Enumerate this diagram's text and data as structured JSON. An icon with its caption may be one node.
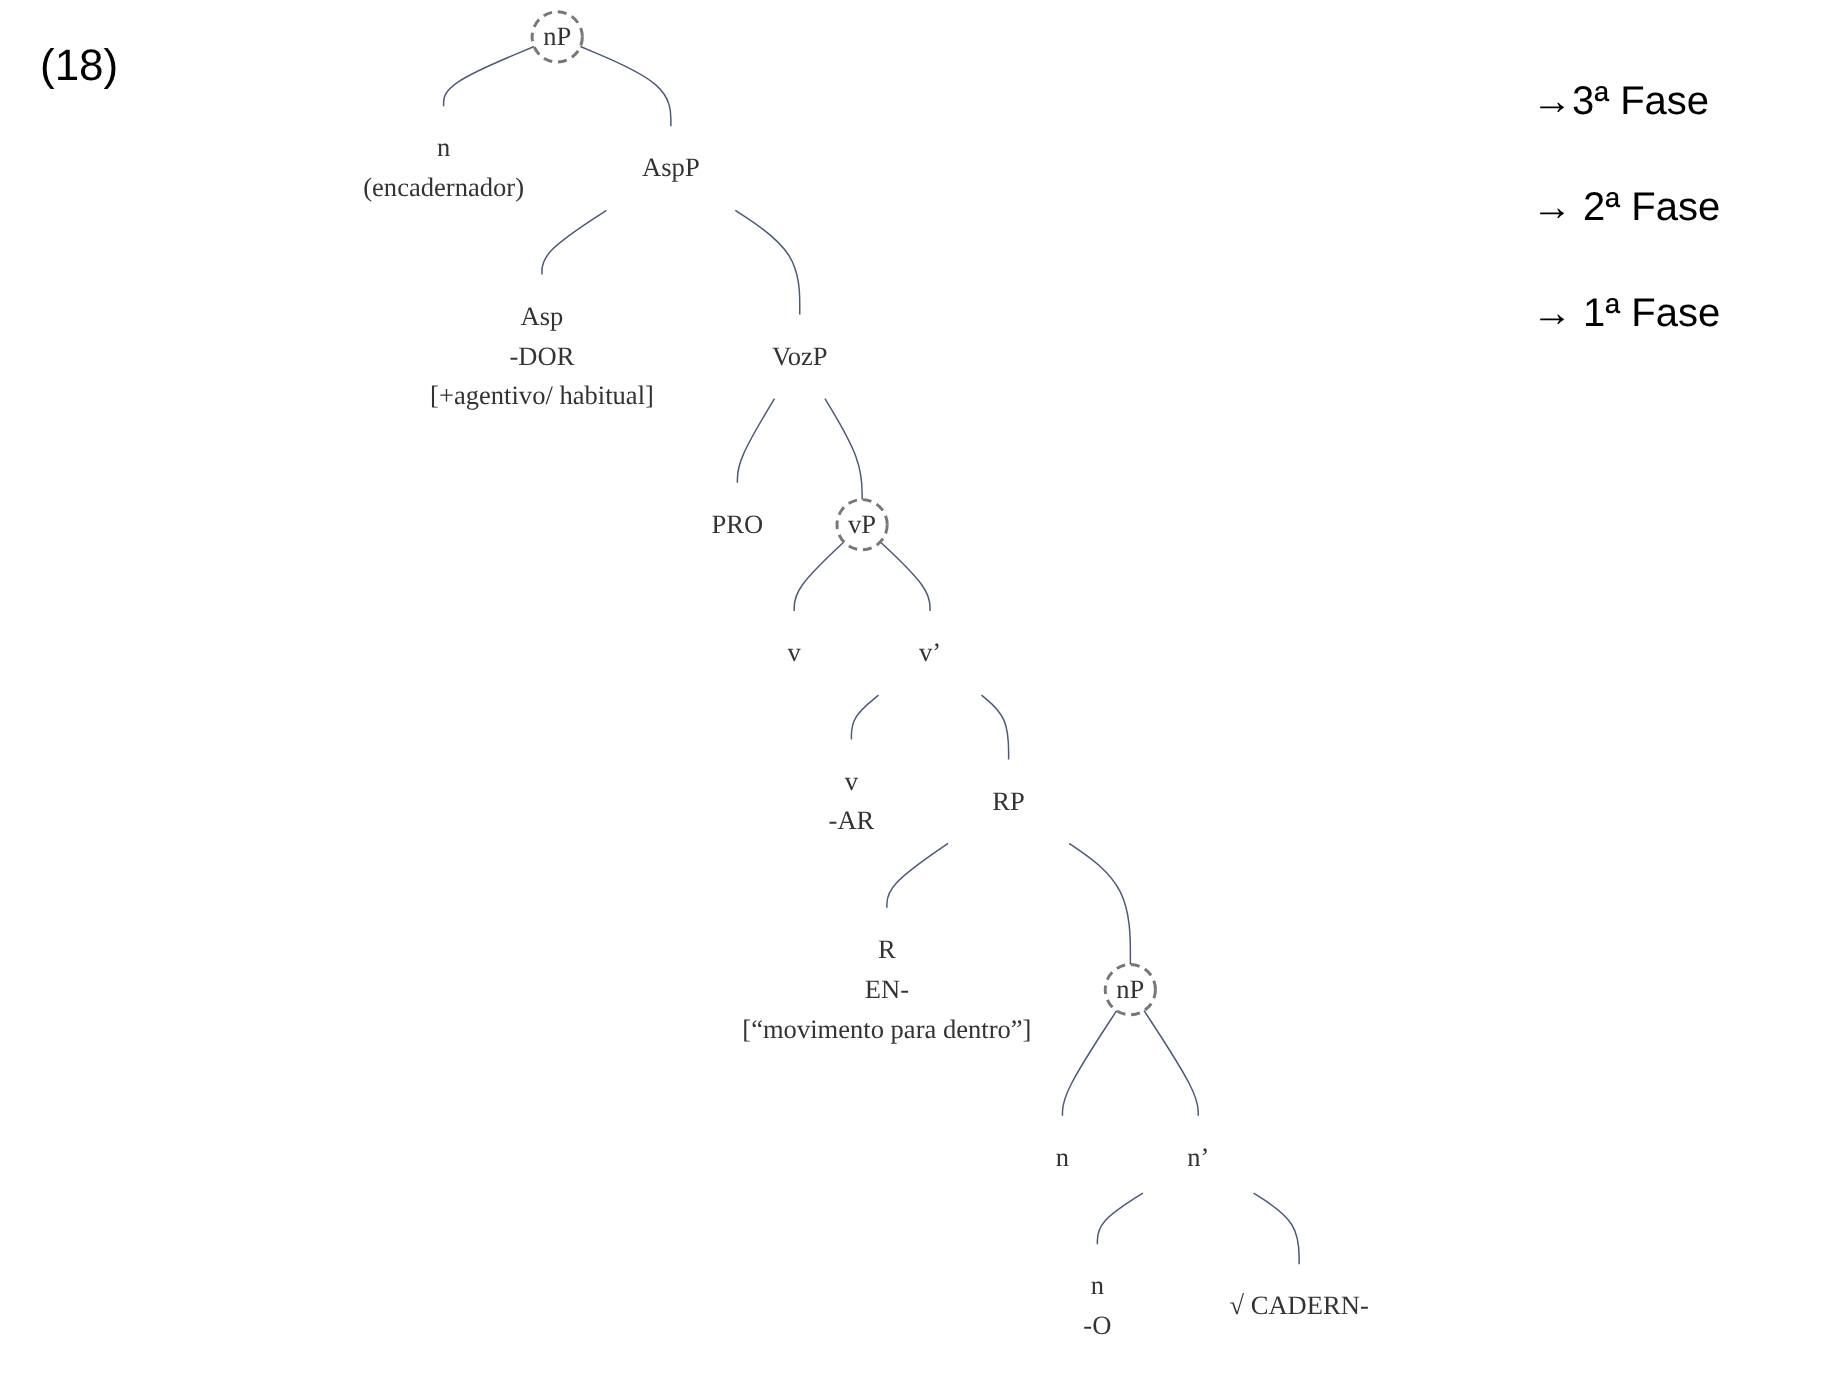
{
  "diagram": {
    "nodes": [
      {
        "text": [
          "nP"
        ]
      },
      {
        "text": [
          "n",
          "(encadernador)"
        ]
      },
      {
        "text": [
          "AspP"
        ]
      },
      {
        "text": [
          "Asp",
          "-DOR",
          "[+agentivo/ habitual]"
        ]
      },
      {
        "text": [
          "VozP"
        ]
      },
      {
        "text": [
          "PRO"
        ]
      },
      {
        "text": [
          "vP"
        ]
      },
      {
        "text": [
          "v"
        ]
      },
      {
        "text": [
          "v’"
        ]
      },
      {
        "text": [
          "v",
          "-AR"
        ]
      },
      {
        "text": [
          "RP"
        ]
      },
      {
        "text": [
          "R",
          "EN-",
          "[“movimento para dentro”]"
        ]
      },
      {
        "text": [
          "nP"
        ]
      },
      {
        "text": [
          "n"
        ]
      },
      {
        "text": [
          "n’"
        ]
      },
      {
        "text": [
          "n",
          "-O"
        ]
      },
      {
        "text": [
          "√ CADERN-"
        ]
      }
    ],
    "edges": [
      {
        "from": 0,
        "to": 1,
        "arrow": "none"
      },
      {
        "from": 0,
        "to": 2,
        "arrow": "none"
      },
      {
        "from": 2,
        "to": 3,
        "arrow": "none"
      },
      {
        "from": 2,
        "to": 4,
        "arrow": "none"
      },
      {
        "from": 4,
        "to": 5,
        "arrow": "none"
      },
      {
        "from": 4,
        "to": 6,
        "arrow": "none"
      },
      {
        "from": 6,
        "to": 7,
        "arrow": "none"
      },
      {
        "from": 6,
        "to": 8,
        "arrow": "none"
      },
      {
        "from": 8,
        "to": 9,
        "arrow": "none"
      },
      {
        "from": 8,
        "to": 10,
        "arrow": "none"
      },
      {
        "from": 10,
        "to": 11,
        "arrow": "none"
      },
      {
        "from": 10,
        "to": 12,
        "arrow": "none"
      },
      {
        "from": 12,
        "to": 13,
        "arrow": "none"
      },
      {
        "from": 12,
        "to": 14,
        "arrow": "none"
      },
      {
        "from": 14,
        "to": 15,
        "arrow": "none"
      },
      {
        "from": 14,
        "to": 16,
        "arrow": "none"
      }
    ],
    "labels": [
      "(18)",
      "→3ª Fase",
      "→ 2ª Fase",
      "→ 1ª Fase"
    ]
  }
}
